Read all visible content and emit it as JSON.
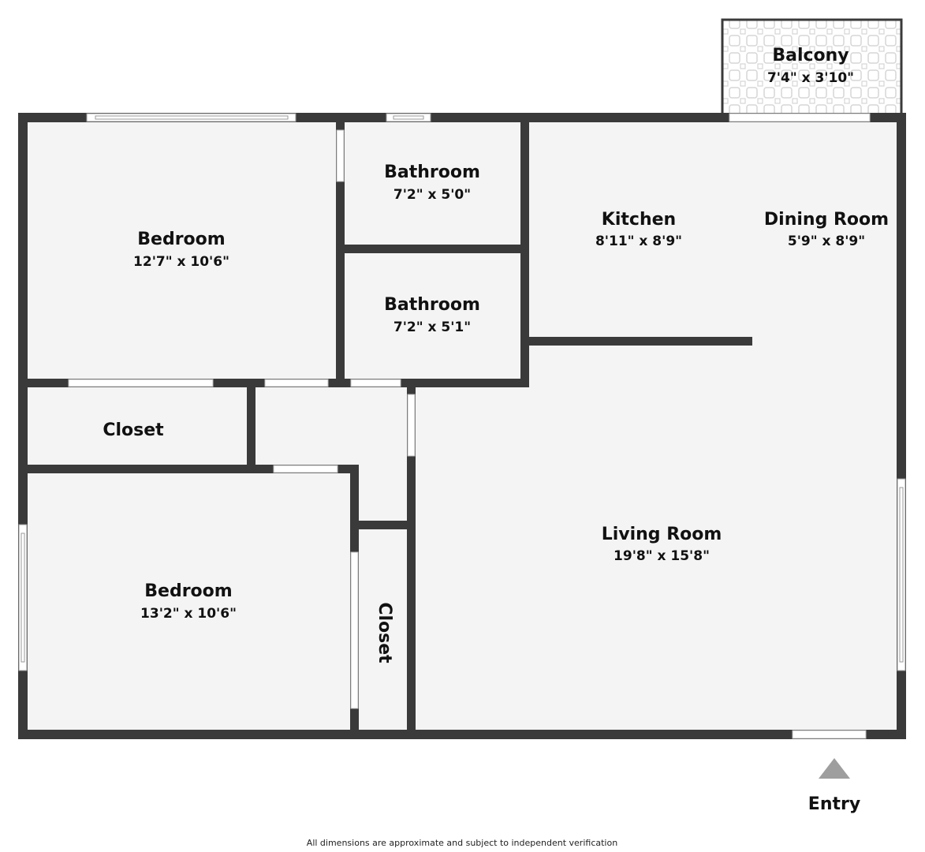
{
  "rooms": {
    "balcony": {
      "name": "Balcony",
      "dims": "7'4\" x 3'10\""
    },
    "bedroom1": {
      "name": "Bedroom",
      "dims": "12'7\" x 10'6\""
    },
    "bathroom1": {
      "name": "Bathroom",
      "dims": "7'2\" x 5'0\""
    },
    "bathroom2": {
      "name": "Bathroom",
      "dims": "7'2\" x 5'1\""
    },
    "kitchen": {
      "name": "Kitchen",
      "dims": "8'11\" x 8'9\""
    },
    "dining": {
      "name": "Dining Room",
      "dims": "5'9\" x 8'9\""
    },
    "closet1": {
      "name": "Closet"
    },
    "closet2": {
      "name": "Closet"
    },
    "bedroom2": {
      "name": "Bedroom",
      "dims": "13'2\" x 10'6\""
    },
    "living": {
      "name": "Living Room",
      "dims": "19'8\" x 15'8\""
    }
  },
  "entry_label": "Entry",
  "disclaimer": "All dimensions are approximate and subject to independent verification",
  "colors": {
    "wall": "#3a3a3a",
    "floor": "#f4f4f4",
    "entry_arrow": "#9e9e9e"
  }
}
